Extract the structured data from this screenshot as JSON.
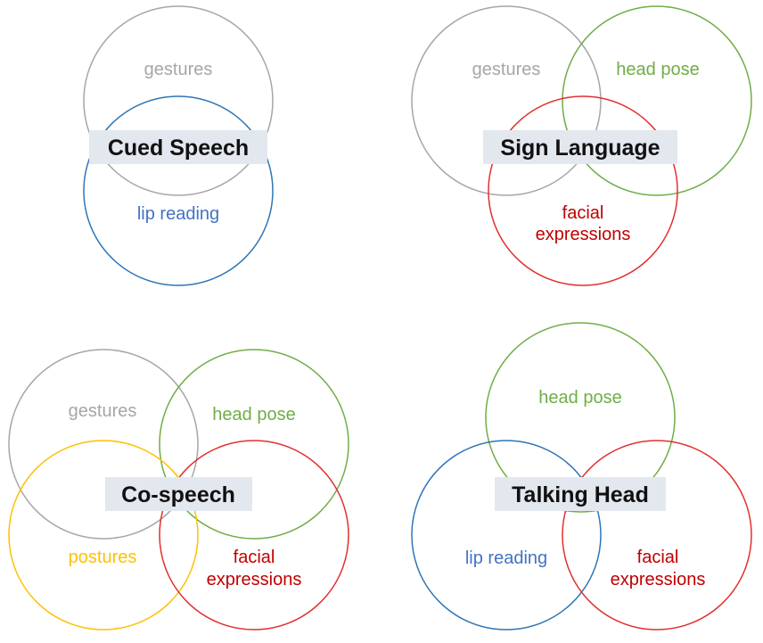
{
  "colors": {
    "gray": "#a6a6a6",
    "blue": "#2e75b6",
    "green": "#70ad47",
    "red": "#e0302e",
    "yellow": "#ffc000",
    "blue_text": "#4472c4",
    "red_text": "#c00000",
    "title_box": "#e3e7ee"
  },
  "diagrams": {
    "cued_speech": {
      "title": "Cued Speech",
      "gestures": "gestures",
      "lip_reading": "lip reading"
    },
    "sign_language": {
      "title": "Sign Language",
      "gestures": "gestures",
      "head_pose": "head pose",
      "facial_line1": "facial",
      "facial_line2": "expressions"
    },
    "co_speech": {
      "title": "Co-speech",
      "gestures": "gestures",
      "head_pose": "head pose",
      "postures": "postures",
      "facial_line1": "facial",
      "facial_line2": "expressions"
    },
    "talking_head": {
      "title": "Talking Head",
      "head_pose": "head pose",
      "lip_reading": "lip reading",
      "facial_line1": "facial",
      "facial_line2": "expressions"
    }
  }
}
